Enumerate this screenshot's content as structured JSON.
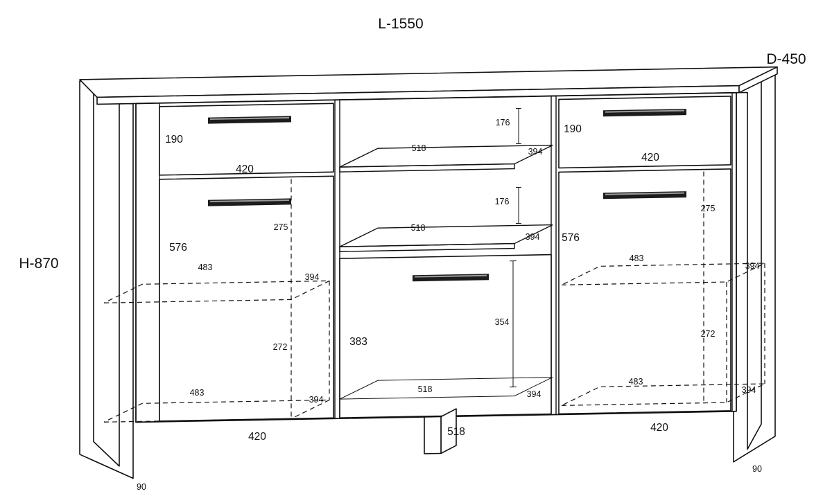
{
  "diagram": {
    "overall": {
      "length": "L-1550",
      "depth": "D-450",
      "height": "H-870"
    },
    "left_section": {
      "drawer_height": "190",
      "drawer_width": "420",
      "door_height": "576",
      "door_width": "420",
      "shelf_top_clearance": "275",
      "shelf_spacing": "272",
      "shelf_upper_width": "483",
      "shelf_upper_depth": "394",
      "shelf_lower_width": "483",
      "shelf_lower_depth": "394"
    },
    "middle_section": {
      "niche_upper_height": "176",
      "niche_upper_width": "518",
      "niche_upper_depth": "394",
      "niche_lower_height": "176",
      "niche_lower_width": "518",
      "niche_lower_depth": "394",
      "flap_door_height": "383",
      "inner_height": "354",
      "inner_width": "518",
      "inner_depth": "394",
      "section_width": "518"
    },
    "right_section": {
      "drawer_height": "190",
      "drawer_width": "420",
      "door_height": "576",
      "door_width": "420",
      "shelf_top_clearance": "275",
      "shelf_spacing": "272",
      "shelf_upper_width": "483",
      "shelf_upper_depth": "394",
      "shelf_lower_width": "483",
      "shelf_lower_depth": "394"
    },
    "legs": {
      "left_height": "90",
      "right_height": "90"
    }
  }
}
